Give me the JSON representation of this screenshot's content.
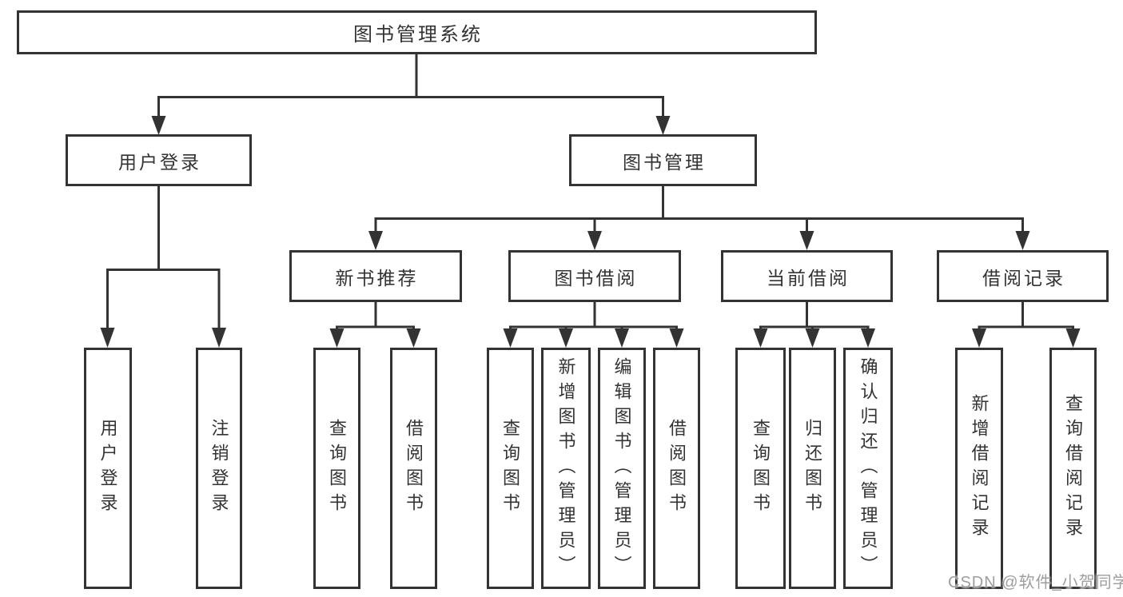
{
  "tree": {
    "label": "图书管理系统",
    "children": [
      {
        "label": "用户登录",
        "children": [
          {
            "label": "用户登录"
          },
          {
            "label": "注销登录"
          }
        ]
      },
      {
        "label": "图书管理",
        "children": [
          {
            "label": "新书推荐",
            "children": [
              {
                "label": "查询图书"
              },
              {
                "label": "借阅图书"
              }
            ]
          },
          {
            "label": "图书借阅",
            "children": [
              {
                "label": "查询图书"
              },
              {
                "label": "新增图书（管理员）"
              },
              {
                "label": "编辑图书（管理员）"
              },
              {
                "label": "借阅图书"
              }
            ]
          },
          {
            "label": "当前借阅",
            "children": [
              {
                "label": "查询图书"
              },
              {
                "label": "归还图书"
              },
              {
                "label": "确认归还（管理员）"
              }
            ]
          },
          {
            "label": "借阅记录",
            "children": [
              {
                "label": "新增借阅记录"
              },
              {
                "label": "查询借阅记录"
              }
            ]
          }
        ]
      }
    ]
  },
  "watermark": "CSDN @软件_小贺同学",
  "colors": {
    "line": "#333333",
    "text": "#333333",
    "box_background": "#ffffff",
    "page_background": "#ffffff",
    "watermark": "#9e9e9e"
  }
}
